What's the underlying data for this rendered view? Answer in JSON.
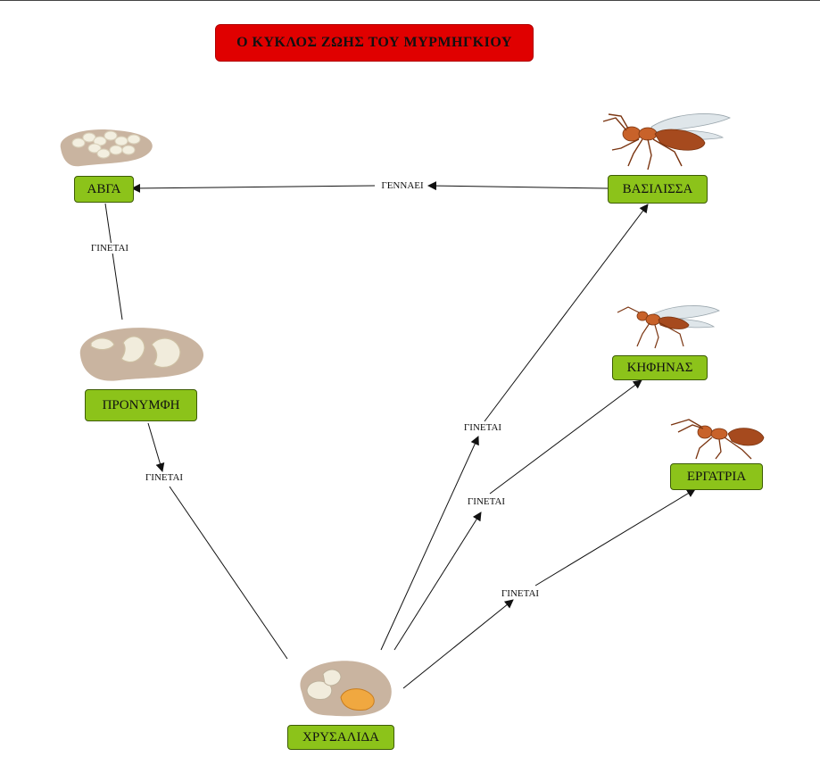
{
  "title": "Ο ΚΥΚΛΟΣ ΖΩΗΣ ΤΟΥ ΜΥΡΜΗΓΚΙΟΥ",
  "nodes": {
    "eggs": "ΑΒΓΑ",
    "larva": "ΠΡΟΝΥΜΦΗ",
    "pupa": "ΧΡΥΣΑΛΙΔΑ",
    "queen": "ΒΑΣΙΛΙΣΣΑ",
    "drone": "ΚΗΦΗΝΑΣ",
    "worker": "ΕΡΓΑΤΡΙΑ"
  },
  "edges": {
    "queen_to_eggs": "ΓΕΝΝΑΕΙ",
    "eggs_to_larva": "ΓΙΝΕΤΑΙ",
    "larva_to_pupa": "ΓΙΝΕΤΑΙ",
    "pupa_to_queen": "ΓΙΝΕΤΑΙ",
    "pupa_to_drone": "ΓΙΝΕΤΑΙ",
    "pupa_to_worker": "ΓΙΝΕΤΑΙ"
  },
  "colors": {
    "title_bg": "#e00000",
    "node_bg": "#8cc31a",
    "line": "#111111"
  },
  "icons": {
    "eggs": "ant-eggs-picture",
    "larva": "ant-larvae-picture",
    "pupa": "ant-pupae-picture",
    "queen": "winged-queen-ant-picture",
    "drone": "winged-drone-ant-picture",
    "worker": "worker-ant-picture"
  }
}
